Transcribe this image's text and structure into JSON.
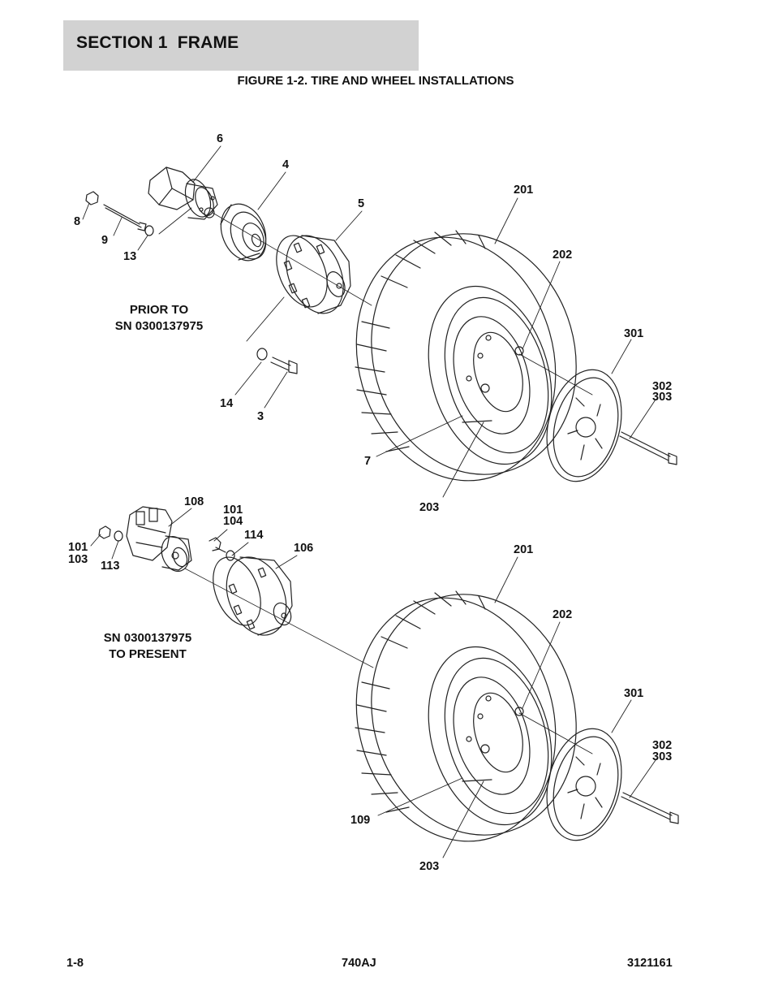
{
  "header": {
    "section_title": "SECTION 1  FRAME"
  },
  "figure": {
    "title": "FIGURE 1-2. TIRE AND WHEEL INSTALLATIONS"
  },
  "notes": {
    "upper": [
      "PRIOR TO",
      "SN 0300137975"
    ],
    "lower": [
      "SN 0300137975",
      "TO PRESENT"
    ]
  },
  "callouts": {
    "upper": {
      "c6": "6",
      "c4": "4",
      "c5": "5",
      "c8": "8",
      "c9": "9",
      "c13": "13",
      "c14": "14",
      "c3": "3",
      "c7": "7",
      "c201": "201",
      "c202": "202",
      "c203": "203",
      "c301": "301",
      "c302": "302",
      "c303": "303"
    },
    "lower": {
      "c108": "108",
      "c101a": "101",
      "c104": "104",
      "c114": "114",
      "c106": "106",
      "c101b": "101",
      "c103": "103",
      "c113": "113",
      "c201": "201",
      "c202": "202",
      "c301": "301",
      "c302": "302",
      "c303": "303",
      "c109": "109",
      "c203": "203"
    }
  },
  "footer": {
    "page": "1-8",
    "model": "740AJ",
    "doc_number": "3121161"
  }
}
